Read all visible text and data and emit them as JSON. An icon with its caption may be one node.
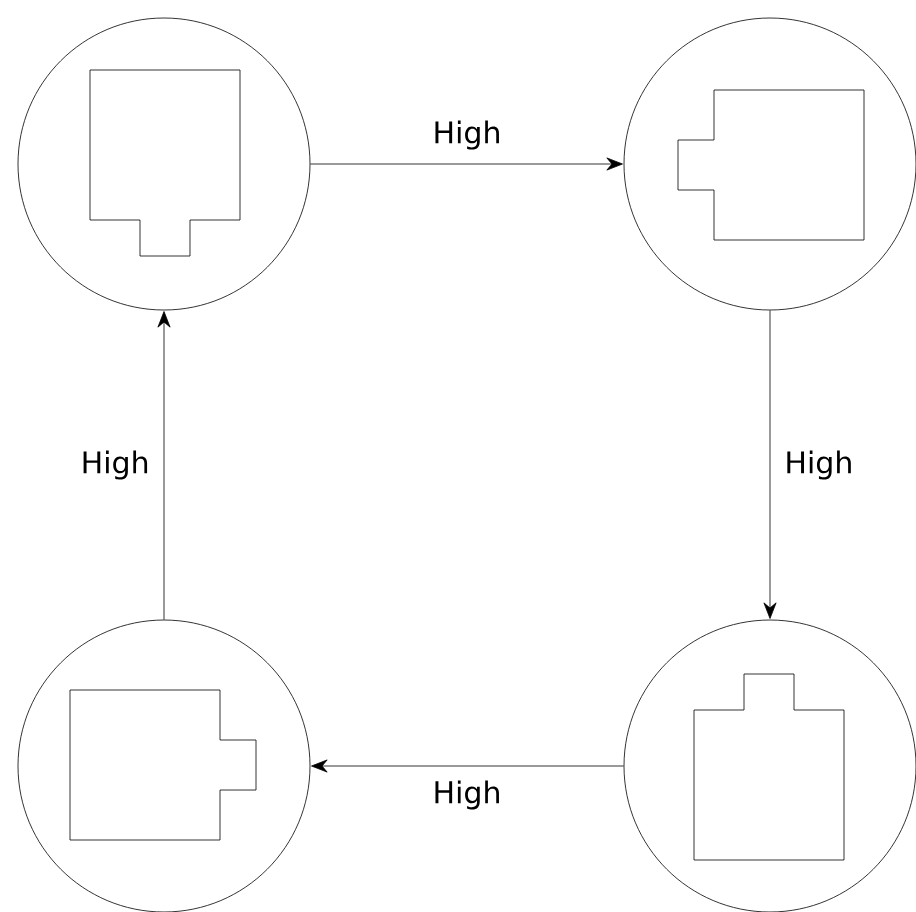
{
  "diagram": {
    "nodes": [
      {
        "text": [],
        "shape": "circle"
      },
      {
        "text": [],
        "shape": "circle"
      },
      {
        "text": [],
        "shape": "circle"
      },
      {
        "text": [],
        "shape": "circle"
      }
    ],
    "edges": [
      {
        "from": 0,
        "to": 1,
        "arrow": "to",
        "label": "High"
      },
      {
        "from": 1,
        "to": 3,
        "arrow": "to",
        "label": "High"
      },
      {
        "from": 3,
        "to": 2,
        "arrow": "to",
        "label": "High"
      },
      {
        "from": 2,
        "to": 0,
        "arrow": "to",
        "label": "High"
      }
    ]
  }
}
